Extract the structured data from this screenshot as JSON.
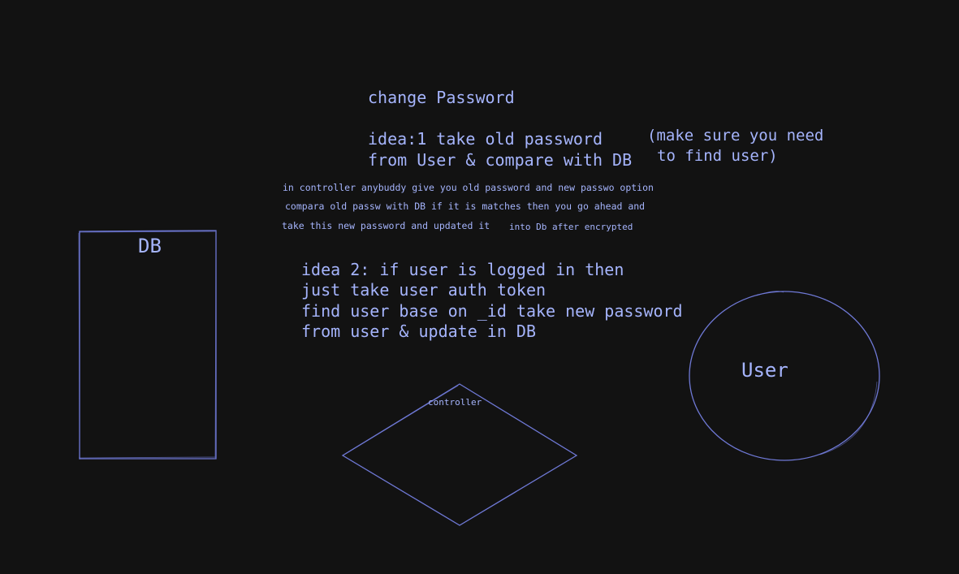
{
  "colors": {
    "background": "#121212",
    "stroke": "#6f79d6",
    "text": "#a5b4fc"
  },
  "title": "change Password",
  "idea1": {
    "line1": "idea:1 take old password",
    "line2": "from User & compare with DB"
  },
  "note": {
    "line1": "(make sure you need",
    "line2": "to find user)"
  },
  "controller_notes": {
    "line1": "in controller anybuddy give you old password and new passwo option",
    "line2": "compara old passw with DB if it is matches then you go ahead and",
    "line3a": "take this new password and updated it",
    "line3b": "into Db after encrypted"
  },
  "idea2": {
    "line1": "idea 2: if user is logged in then",
    "line2": "just take user auth token",
    "line3": "find user base on _id take new password",
    "line4": "from user & update in DB"
  },
  "shapes": {
    "db_label": "DB",
    "controller_label": "controller",
    "user_label": "User"
  }
}
